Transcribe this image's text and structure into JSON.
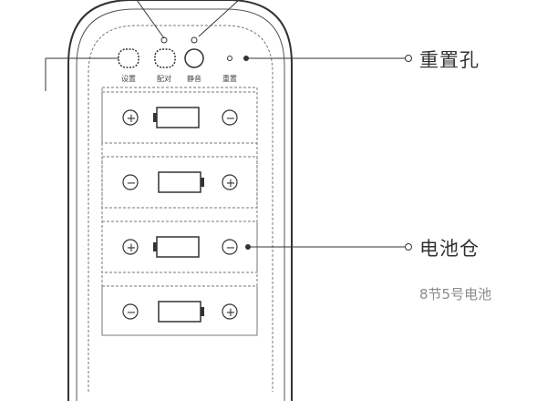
{
  "buttons": [
    {
      "label": "设置"
    },
    {
      "label": "配对"
    },
    {
      "label": "静音"
    },
    {
      "label": "重置"
    }
  ],
  "callouts": {
    "reset_hole": {
      "title": "重置孔"
    },
    "battery_bay": {
      "title": "电池仓",
      "subtitle": "8节5号电池"
    }
  },
  "batteries": [
    {
      "left": "+",
      "right": "−"
    },
    {
      "left": "−",
      "right": "+"
    },
    {
      "left": "+",
      "right": "−"
    },
    {
      "left": "−",
      "right": "+"
    }
  ],
  "colors": {
    "line": "#333333",
    "dashed": "#777777",
    "text": "#333333",
    "subtext": "#8a8a8a"
  }
}
